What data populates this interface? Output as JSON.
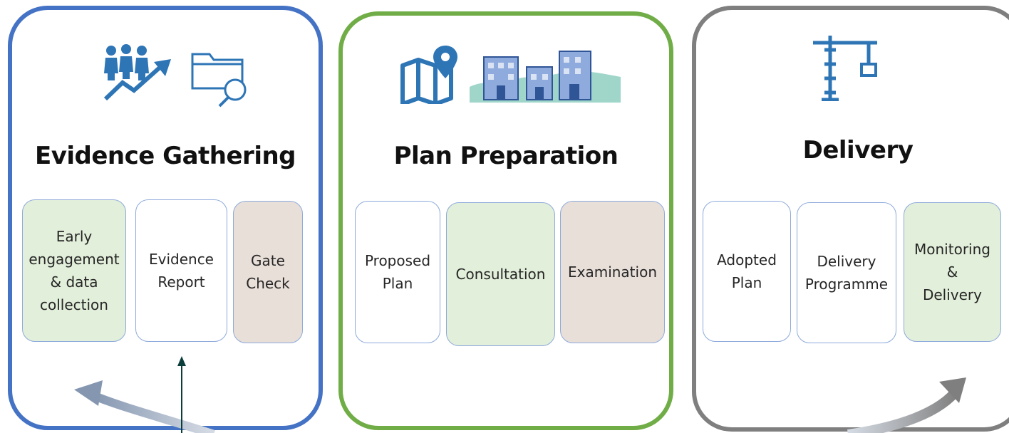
{
  "stages": [
    {
      "id": "evidence",
      "title": "Evidence Gathering",
      "border_color": "#4472c4",
      "icons": [
        "people-growth-icon",
        "folder-search-icon"
      ],
      "steps": [
        {
          "label": "Early\nengagement\n& data\ncollection",
          "fill": "green"
        },
        {
          "label": "Evidence\nReport",
          "fill": "white"
        },
        {
          "label": "Gate\nCheck",
          "fill": "beige"
        }
      ]
    },
    {
      "id": "plan",
      "title": "Plan Preparation",
      "border_color": "#70ad47",
      "icons": [
        "map-pin-icon",
        "buildings-icon"
      ],
      "steps": [
        {
          "label": "Proposed\nPlan",
          "fill": "white"
        },
        {
          "label": "Consultation",
          "fill": "green"
        },
        {
          "label": "Examination",
          "fill": "beige"
        }
      ]
    },
    {
      "id": "delivery",
      "title": "Delivery",
      "border_color": "#7f7f7f",
      "icons": [
        "crane-icon"
      ],
      "steps": [
        {
          "label": "Adopted\nPlan",
          "fill": "white"
        },
        {
          "label": "Delivery\nProgramme",
          "fill": "white"
        },
        {
          "label": "Monitoring\n&\nDelivery",
          "fill": "green"
        }
      ]
    }
  ],
  "colors": {
    "icon_blue": "#2e75b6",
    "step_border": "#8eaadb",
    "green_fill": "#e2efda",
    "beige_fill": "#e9dfd9"
  }
}
